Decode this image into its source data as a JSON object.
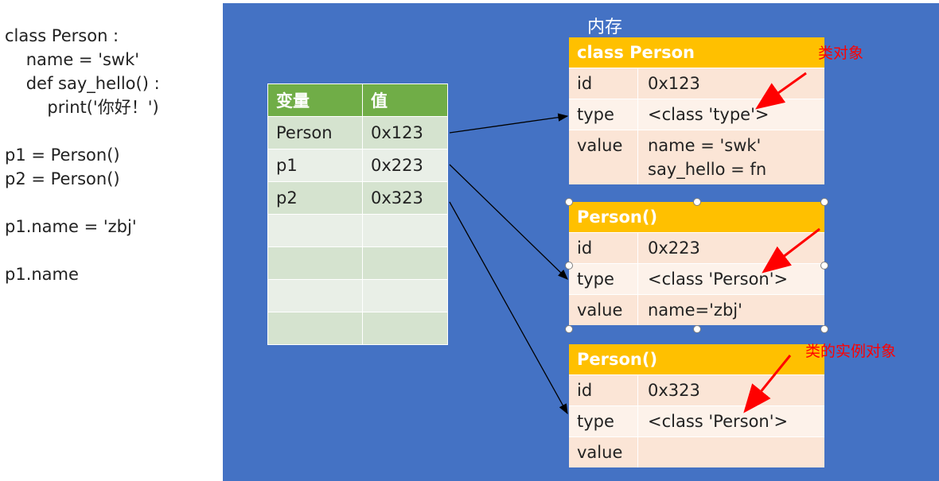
{
  "code_lines": [
    "class Person :",
    "    name = 'swk'",
    "    def say_hello() :",
    "        print('你好！')",
    "",
    "p1 = Person()",
    "p2 = Person()",
    "",
    "p1.name = 'zbj'",
    "",
    "p1.name"
  ],
  "memory_label": "内存",
  "var_table": {
    "headers": [
      "变量",
      "值"
    ],
    "rows": [
      [
        "Person",
        "0x123"
      ],
      [
        "p1",
        "0x223"
      ],
      [
        "p2",
        "0x323"
      ],
      [
        "",
        ""
      ],
      [
        "",
        ""
      ],
      [
        "",
        ""
      ],
      [
        "",
        ""
      ]
    ]
  },
  "objects": [
    {
      "header": "class Person",
      "rows": [
        {
          "key": "id",
          "value": [
            "0x123"
          ]
        },
        {
          "key": "type",
          "value": [
            "<class 'type'>"
          ]
        },
        {
          "key": "value",
          "value": [
            "name = 'swk'",
            "say_hello = fn"
          ]
        }
      ]
    },
    {
      "header": "Person()",
      "rows": [
        {
          "key": "id",
          "value": [
            "0x223"
          ]
        },
        {
          "key": "type",
          "value": [
            "<class 'Person'>"
          ]
        },
        {
          "key": "value",
          "value": [
            "name='zbj'"
          ]
        }
      ]
    },
    {
      "header": "Person()",
      "rows": [
        {
          "key": "id",
          "value": [
            "0x323"
          ]
        },
        {
          "key": "type",
          "value": [
            "<class 'Person'>"
          ]
        },
        {
          "key": "value",
          "value": [
            ""
          ]
        }
      ]
    }
  ],
  "notes": {
    "class_object": "类对象",
    "instance_object": "类的实例对象"
  },
  "colors": {
    "panel": "#4472c4",
    "table_header": "#70ad47",
    "object_header": "#ffc000",
    "annotation": "#ff0000"
  }
}
